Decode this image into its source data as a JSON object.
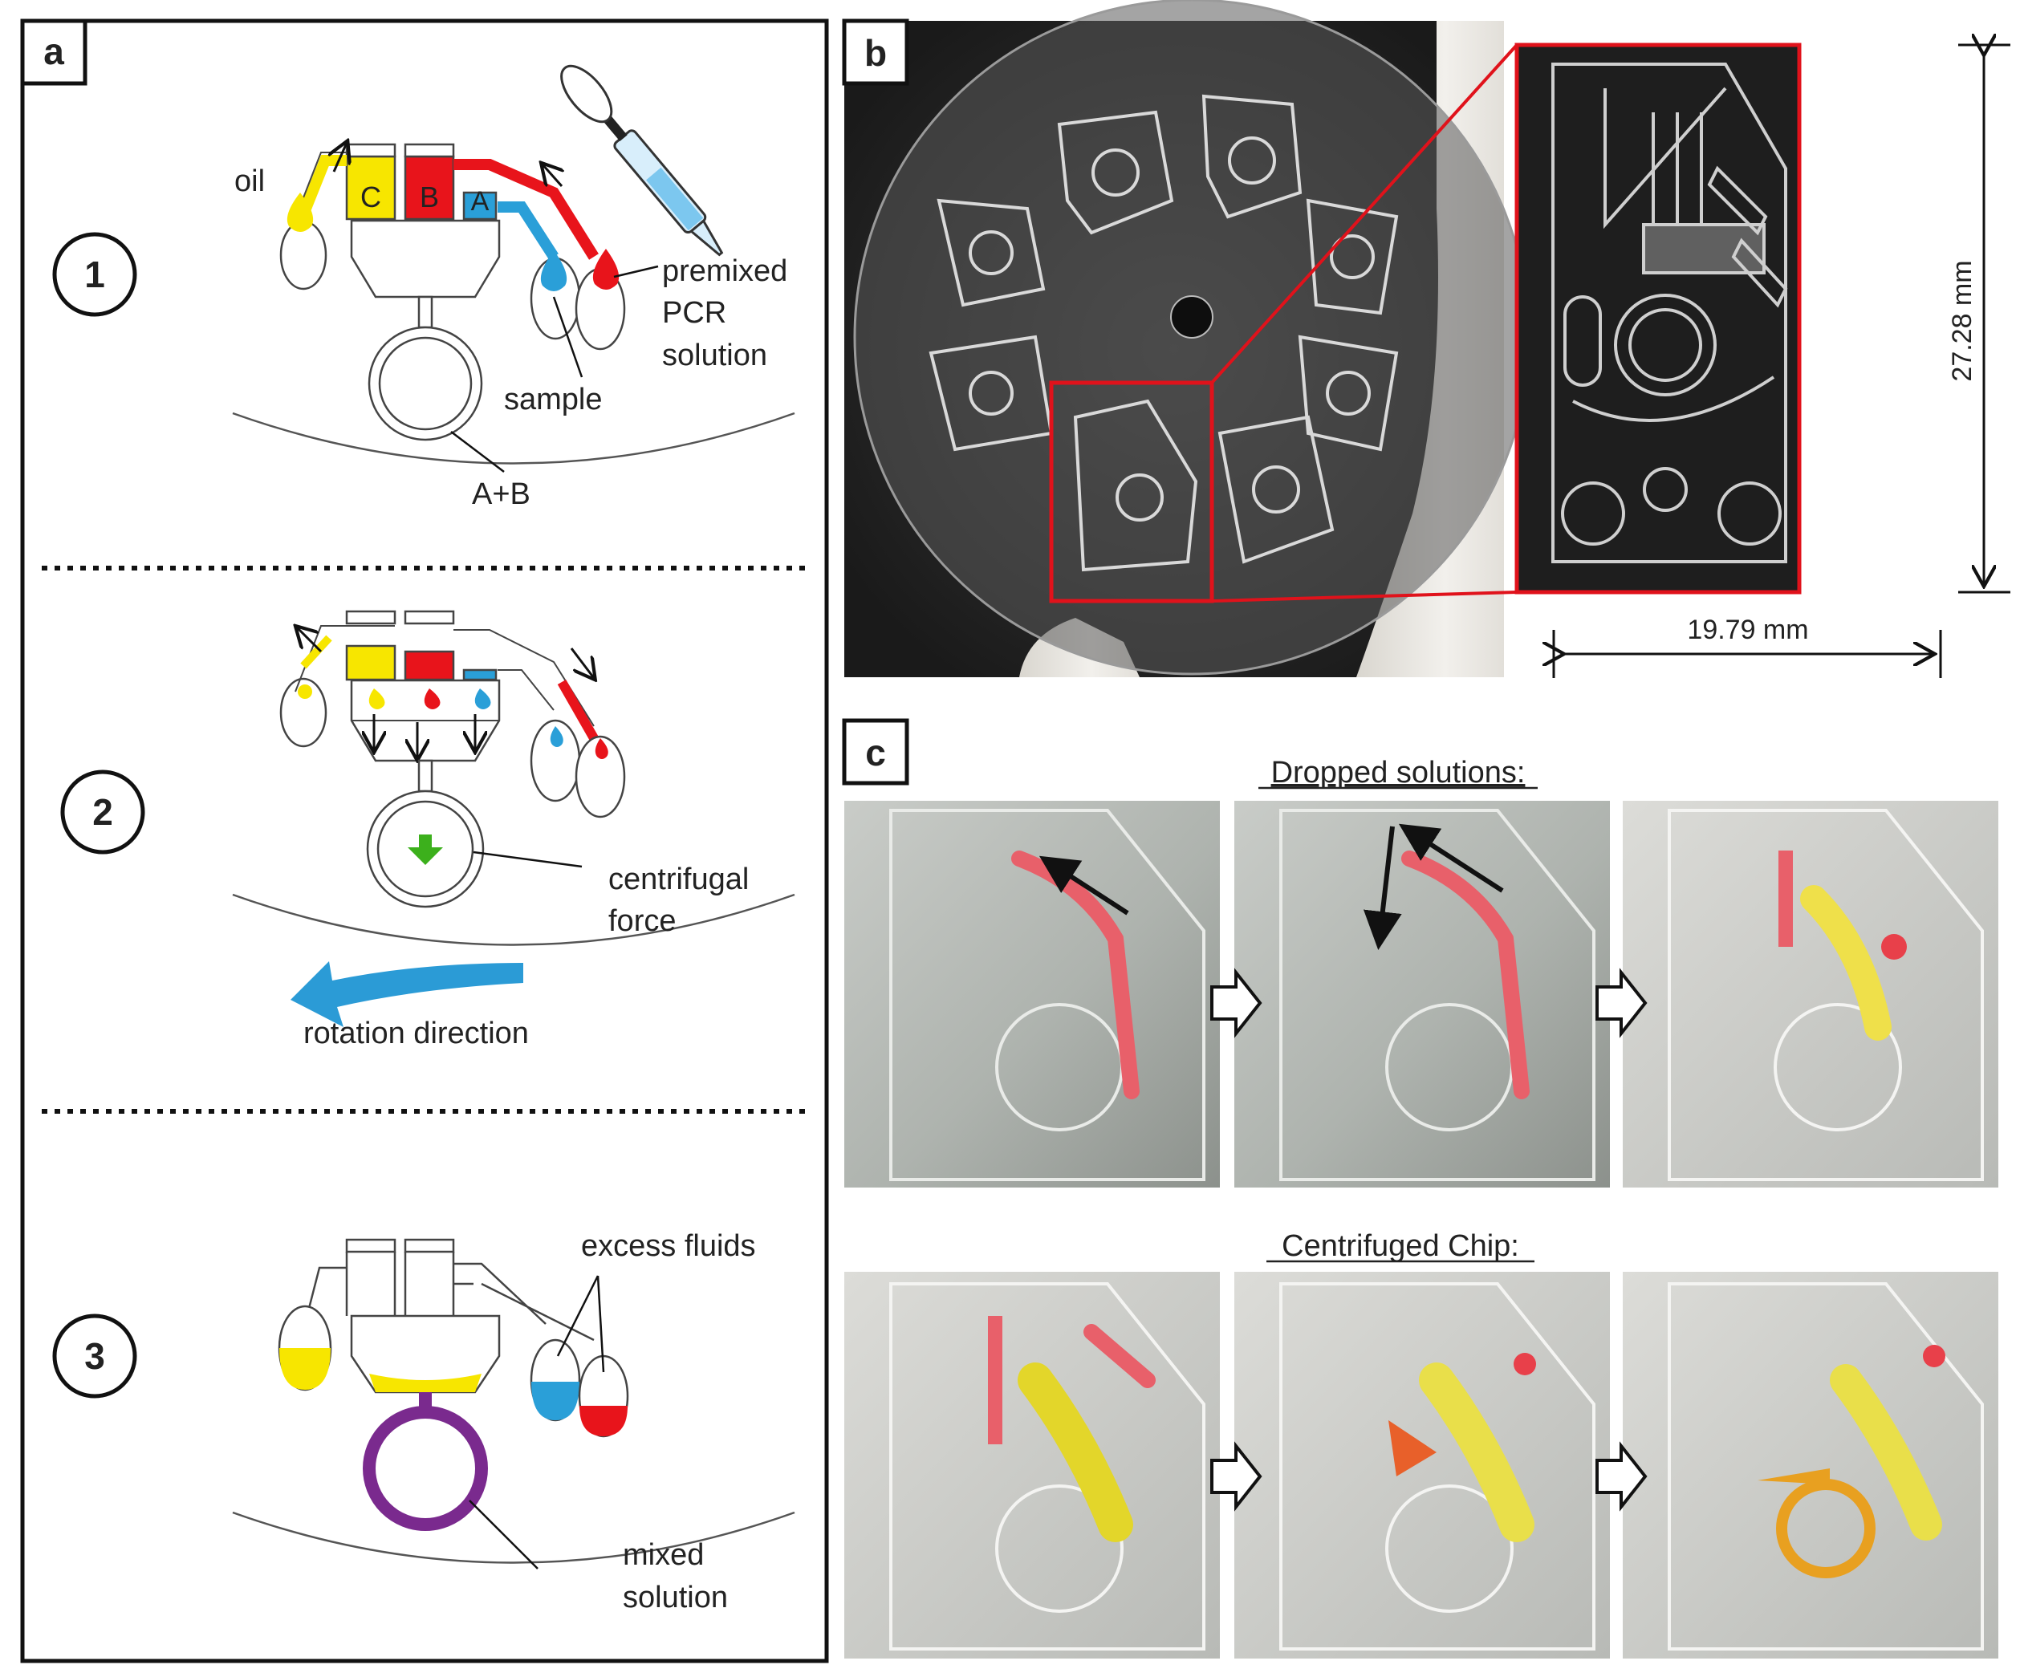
{
  "panels": {
    "a": {
      "letter": "a",
      "steps": {
        "s1": {
          "num": "1",
          "oil": "oil",
          "chamber_c": "C",
          "chamber_b": "B",
          "chamber_a": "A",
          "premixed_1": "premixed",
          "premixed_2": "PCR",
          "premixed_3": "solution",
          "sample": "sample",
          "ab": "A+B"
        },
        "s2": {
          "num": "2",
          "centrifugal_1": "centrifugal",
          "centrifugal_2": "force",
          "rotation": "rotation direction"
        },
        "s3": {
          "num": "3",
          "excess": "excess fluids",
          "mixed_1": "mixed",
          "mixed_2": "solution"
        }
      }
    },
    "b": {
      "letter": "b",
      "height_dim": "27.28 mm",
      "width_dim": "19.79 mm"
    },
    "c": {
      "letter": "c",
      "dropped": "Dropped solutions:",
      "centrifuged": "Centrifuged Chip:"
    }
  },
  "colors": {
    "oil_yellow": "#f7e600",
    "pcr_red": "#e8141b",
    "sample_blue": "#2a9fd8",
    "mixed_purple": "#7a2a8e",
    "force_green": "#3cb01c",
    "rotation_blue": "#2b9bd6",
    "zoom_red": "#e0121b"
  }
}
